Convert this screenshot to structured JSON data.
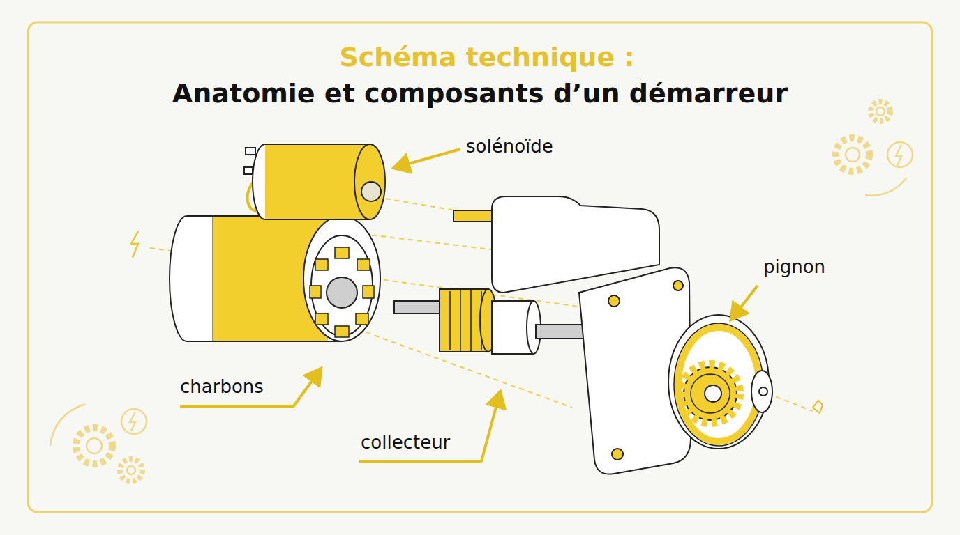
{
  "diagram": {
    "title": "Anatomie et composants d’un démarreur",
    "labels": [
      "Schéma technique :",
      "solénoïde",
      "pignon",
      "charbons",
      "collecteur"
    ]
  }
}
